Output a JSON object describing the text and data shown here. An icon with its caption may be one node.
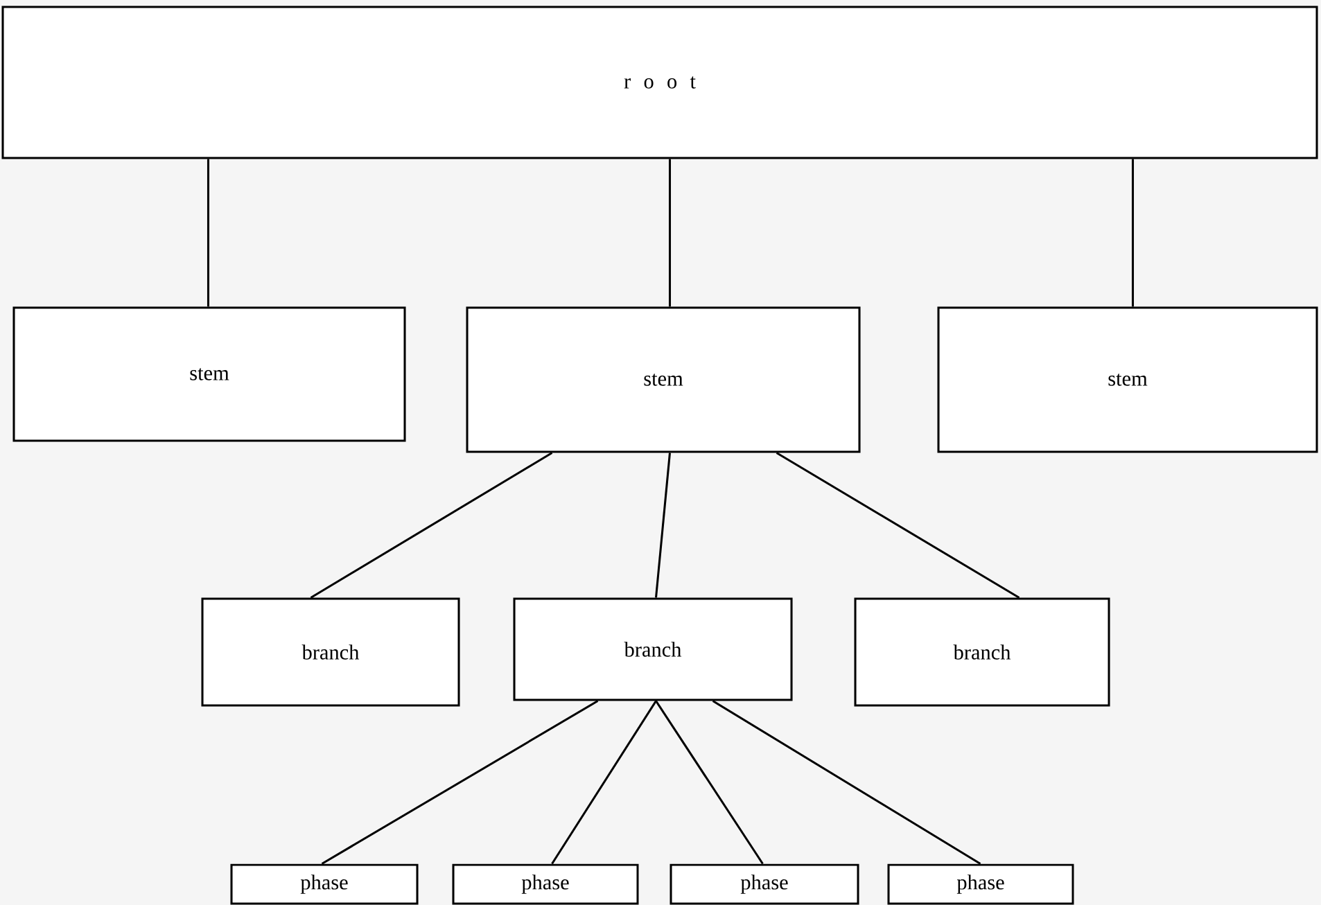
{
  "diagram": {
    "nodes": [
      {
        "text": [
          "r o o t"
        ]
      },
      {
        "text": [
          "stem"
        ]
      },
      {
        "text": [
          "stem"
        ]
      },
      {
        "text": [
          "stem"
        ]
      },
      {
        "text": [
          "branch"
        ]
      },
      {
        "text": [
          "branch"
        ]
      },
      {
        "text": [
          "branch"
        ]
      },
      {
        "text": [
          "phase"
        ]
      },
      {
        "text": [
          "phase"
        ]
      },
      {
        "text": [
          "phase"
        ]
      },
      {
        "text": [
          "phase"
        ]
      }
    ],
    "edges": [
      {
        "from": 0,
        "to": 1,
        "arrow": "none"
      },
      {
        "from": 0,
        "to": 2,
        "arrow": "none"
      },
      {
        "from": 0,
        "to": 3,
        "arrow": "none"
      },
      {
        "from": 2,
        "to": 4,
        "arrow": "none"
      },
      {
        "from": 2,
        "to": 5,
        "arrow": "none"
      },
      {
        "from": 2,
        "to": 6,
        "arrow": "none"
      },
      {
        "from": 5,
        "to": 7,
        "arrow": "none"
      },
      {
        "from": 5,
        "to": 8,
        "arrow": "none"
      },
      {
        "from": 5,
        "to": 9,
        "arrow": "none"
      },
      {
        "from": 5,
        "to": 10,
        "arrow": "none"
      }
    ]
  }
}
